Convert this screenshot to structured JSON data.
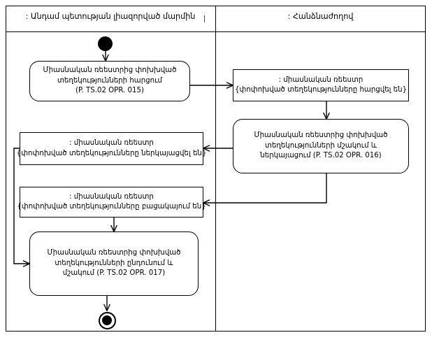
{
  "diagram": {
    "type": "uml-activity-diagram",
    "title_left_lane": ": Անդամ պետության լիազորված մարմին",
    "title_right_lane": ": Հանձնաժողով",
    "stroke_color": "#000000",
    "background_color": "#ffffff"
  },
  "lanes": [
    {
      "id": "lane-left",
      "label": ": Անդամ պետության լիազորված մարմին"
    },
    {
      "id": "lane-right",
      "label": ": Հանձնաժողով"
    }
  ],
  "nodes": {
    "initial": {
      "kind": "initial-node",
      "lane": "lane-left",
      "label": ""
    },
    "final": {
      "kind": "activity-final-node",
      "lane": "lane-left",
      "label": ""
    },
    "action_015": {
      "kind": "action",
      "lane": "lane-left",
      "lines": [
        "Միասնական ռեեստրից փոխխված",
        "տեղեկությունների հարցում",
        "(P. TS.02 OPR. 015)"
      ]
    },
    "object_requested": {
      "kind": "object-node",
      "lane": "lane-right",
      "lines": [
        ": միասնական ռեեստր",
        "{փոփոխված տեղեկությունները հարցվել են}"
      ]
    },
    "action_016": {
      "kind": "action",
      "lane": "lane-right",
      "lines": [
        "Միասնական ռեեստրից փոխխված",
        "տեղեկությունների մշակում և",
        "ներկայացում (P. TS.02 OPR. 016)"
      ]
    },
    "object_presented": {
      "kind": "object-node",
      "lane": "lane-left",
      "lines": [
        ": միասնական ռեեստր",
        "{փոփոխված տեղեկությունները ներկայացվել են}"
      ]
    },
    "object_absent": {
      "kind": "object-node",
      "lane": "lane-left",
      "lines": [
        ": միասնական ռեեստր",
        "{փոփոխված տեղեկությունները բացակայում են}"
      ]
    },
    "action_017": {
      "kind": "action",
      "lane": "lane-left",
      "lines": [
        "Միասնական ռեեստրից փոխխված",
        "տեղեկությունների ընդունում և",
        "մշակում (P. TS.02 OPR. 017)"
      ]
    }
  },
  "edges": [
    {
      "from": "initial",
      "to": "action_015"
    },
    {
      "from": "action_015",
      "to": "object_requested"
    },
    {
      "from": "object_requested",
      "to": "action_016"
    },
    {
      "from": "action_016",
      "to": "object_presented"
    },
    {
      "from": "action_016",
      "to": "object_absent"
    },
    {
      "from": "object_presented",
      "to": "action_017"
    },
    {
      "from": "object_absent",
      "to": "action_017"
    },
    {
      "from": "action_017",
      "to": "final"
    }
  ]
}
